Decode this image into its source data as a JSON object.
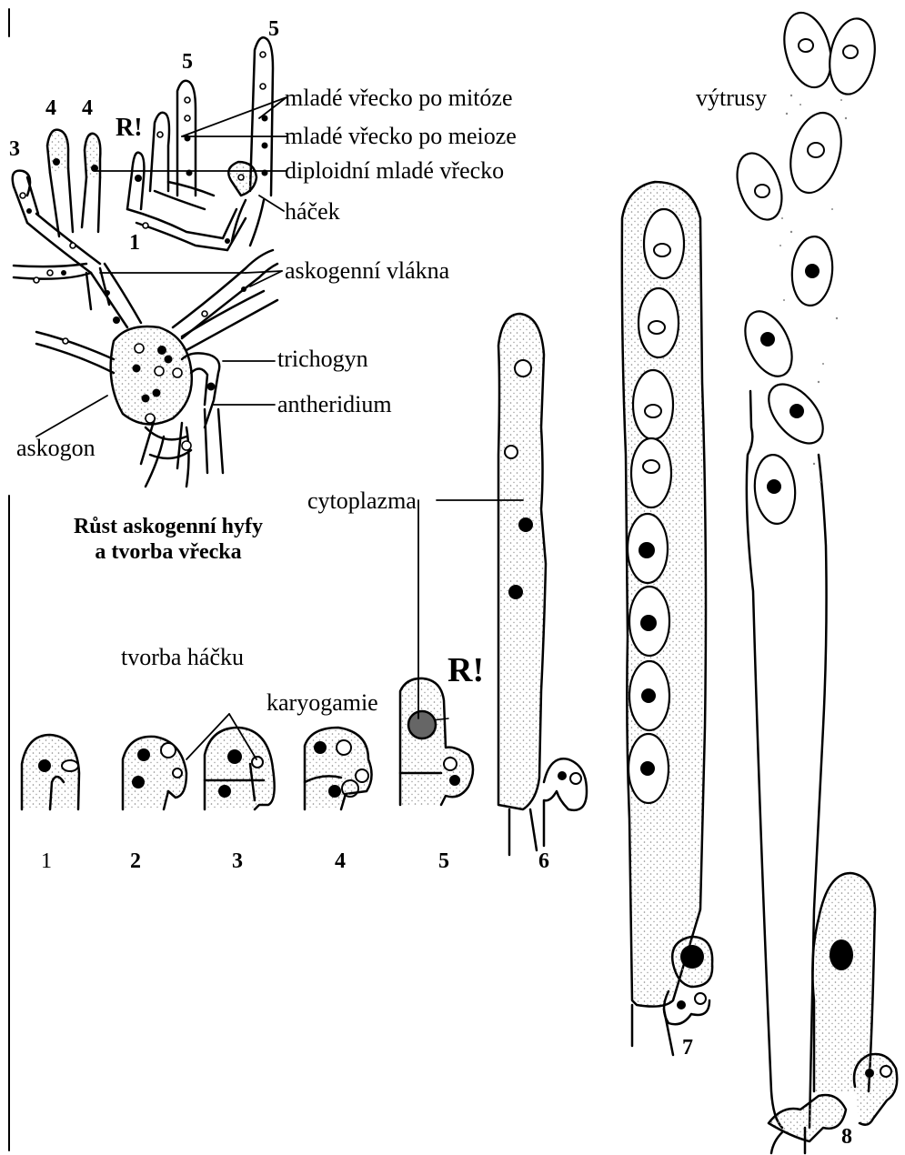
{
  "title": {
    "line1": "Růst askogenní hyfy",
    "line2": "a tvorba vřecka"
  },
  "labels": {
    "mitosis": "mladé vřecko po mitóze",
    "meiosis": "mladé vřecko po meioze",
    "diploid": "diploidní mladé vřecko",
    "hook": "háček",
    "ascogenous_hyphae": "askogenní vlákna",
    "trichogyne": "trichogyn",
    "antheridium": "antheridium",
    "ascogonium": "askogon",
    "cytoplasm": "cytoplazma",
    "hook_formation": "tvorba háčku",
    "karyogamy": "karyogamie",
    "spores": "výtrusy",
    "r_mark": "R!"
  },
  "top_numbers": [
    "3",
    "4",
    "4",
    "5",
    "5",
    "1"
  ],
  "stages": [
    "1",
    "2",
    "3",
    "4",
    "5",
    "6",
    "7",
    "8"
  ],
  "colors": {
    "ink": "#000000",
    "stipple": "#9a9a9a"
  }
}
